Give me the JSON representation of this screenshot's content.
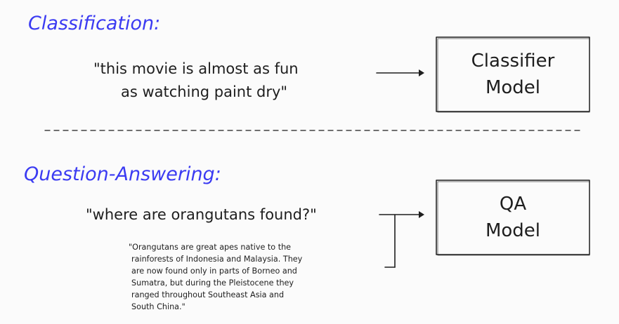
{
  "sections": {
    "classification": {
      "heading": "Classification:",
      "input_line1": "\"this movie is almost as fun",
      "input_line2": "as watching paint dry\"",
      "model_line1": "Classifier",
      "model_line2": "Model"
    },
    "qa": {
      "heading": "Question-Answering:",
      "question": "\"where are orangutans found?\"",
      "context_lines": [
        "\"Orangutans are great apes native to the",
        "rainforests of Indonesia and Malaysia. They",
        "are now found only in parts of Borneo and",
        "Sumatra, but during the Pleistocene they",
        "ranged throughout Southeast Asia and",
        "South China.\""
      ],
      "model_line1": "QA",
      "model_line2": "Model"
    }
  },
  "colors": {
    "heading": "#3b3bf2",
    "ink": "#1e1e1e",
    "background": "#fbfbfb"
  }
}
